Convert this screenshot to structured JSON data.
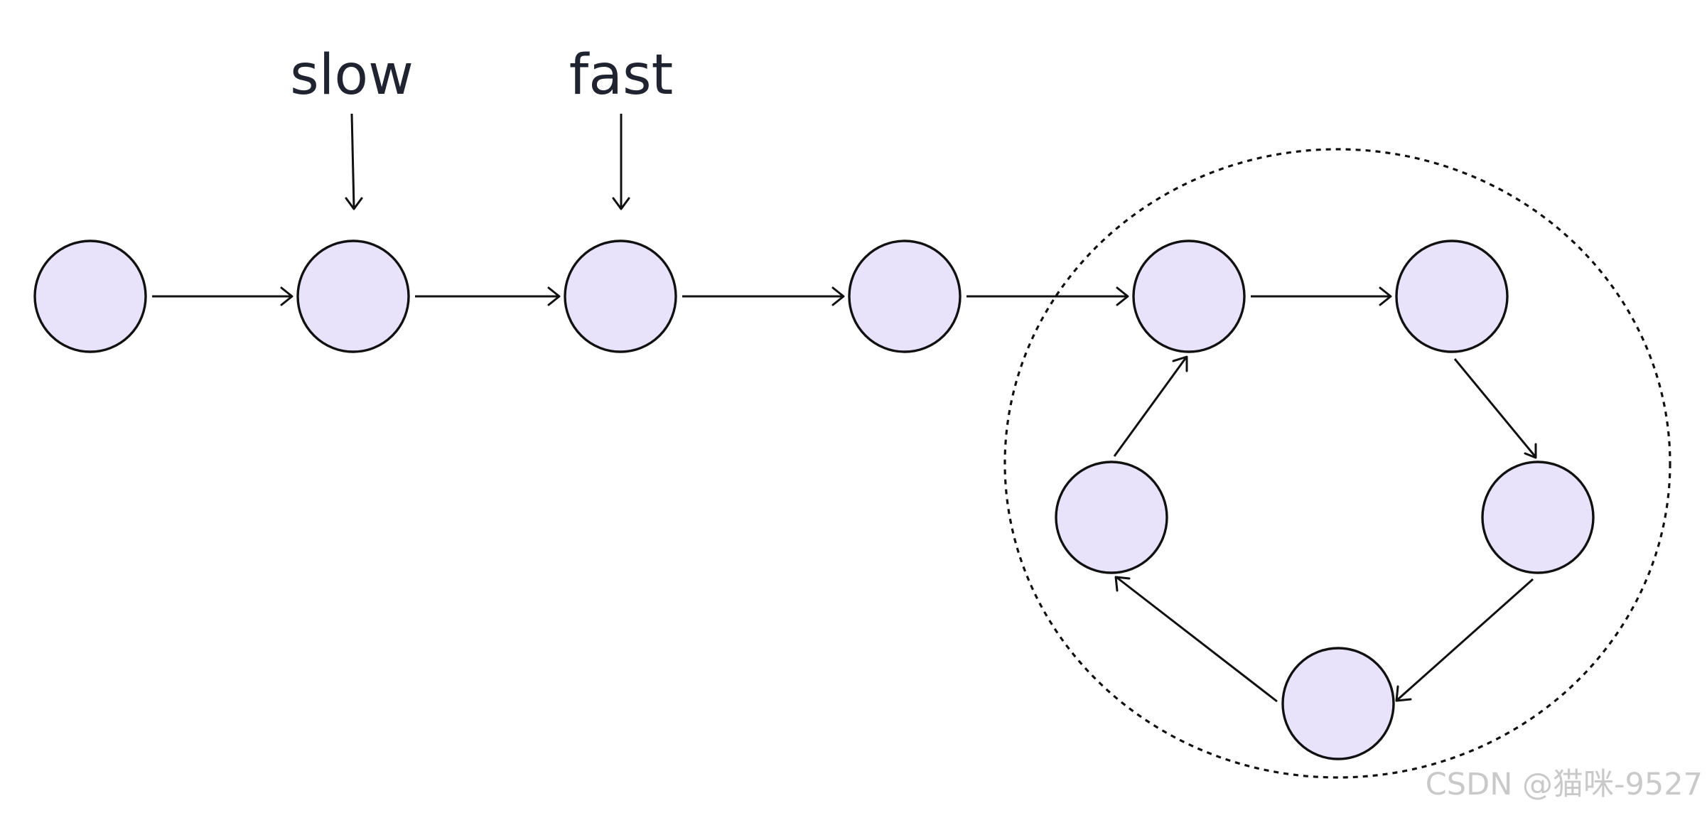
{
  "pointers": {
    "slow": "slow",
    "fast": "fast"
  },
  "watermark": "CSDN @猫咪-9527",
  "nodes": [
    {
      "id": "n1",
      "role": "list-node"
    },
    {
      "id": "n2",
      "role": "list-node"
    },
    {
      "id": "n3",
      "role": "list-node"
    },
    {
      "id": "n4",
      "role": "list-node"
    },
    {
      "id": "c1",
      "role": "cycle-node"
    },
    {
      "id": "c2",
      "role": "cycle-node"
    },
    {
      "id": "c3",
      "role": "cycle-node"
    },
    {
      "id": "c4",
      "role": "cycle-node"
    },
    {
      "id": "c5",
      "role": "cycle-node"
    }
  ],
  "edges": [
    {
      "from": "n1",
      "to": "n2"
    },
    {
      "from": "n2",
      "to": "n3"
    },
    {
      "from": "n3",
      "to": "n4"
    },
    {
      "from": "n4",
      "to": "c1"
    },
    {
      "from": "c1",
      "to": "c2"
    },
    {
      "from": "c2",
      "to": "c3"
    },
    {
      "from": "c3",
      "to": "c4"
    },
    {
      "from": "c4",
      "to": "c5"
    },
    {
      "from": "c5",
      "to": "c1"
    }
  ],
  "pointer_targets": {
    "slow": "n2",
    "fast": "n3"
  },
  "colors": {
    "node_fill": "#e8e3fb",
    "stroke": "#111111",
    "label": "#1f2430",
    "watermark": "#c9c9c9"
  }
}
